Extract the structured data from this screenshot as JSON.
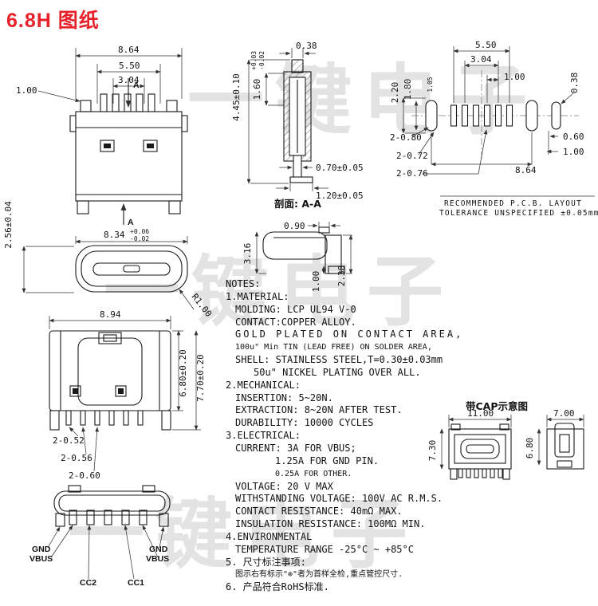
{
  "title": "6.8H 图纸",
  "watermark": "一键电子",
  "dims": {
    "fv_864": "8.64",
    "fv_550": "5.50",
    "fv_304": "3.04",
    "fv_100": "1.00",
    "fv_A_top": "A",
    "fv_A_bottom": "A",
    "ov_256": "2.56±0.04",
    "ov_834": "8.34",
    "ov_tol_plus": "+0.06",
    "ov_tol_minus": "-0.02",
    "ov_r100": "R1.00",
    "sv_038": "0.38",
    "sv_445": "4.45±0.10",
    "sv_160": "1.60",
    "sv_160_plus": "+0.03",
    "sv_160_minus": "-0.02",
    "sv_070": "0.70±0.05",
    "sv_120": "1.20±0.05",
    "sv_section": "剖面: A-A",
    "pv_090": "0.90",
    "pv_316": "3.16",
    "pv_100": "1.00",
    "pv_238": "2.38",
    "tv_894": "8.94",
    "tv_680": "6.80±0.20",
    "tv_770": "7.70±0.20",
    "tv_052": "2-0.52",
    "tv_056": "2-0.56",
    "tv_060": "2-0.60"
  },
  "pcb": {
    "d550": "5.50",
    "d304": "3.04",
    "d100": "1.00",
    "d220": "2.20",
    "d180": "1.80",
    "d105": "1.05",
    "d038": "0.38",
    "d2080": "2-0.80",
    "d060": "0.60",
    "d100b": "1.00",
    "d2072": "2-0.72",
    "d2076": "2-0.76",
    "d864": "8.64",
    "rec_line1": "RECOMMENDED  P.C.B. LAYOUT",
    "rec_line2": "TOLERANCE UNSPECIFIED ±0.05mm"
  },
  "pins": {
    "gnd_left": "GND",
    "vbus_left": "VBUS",
    "gnd_right": "GND",
    "vbus_right": "VBUS",
    "cc2": "CC2",
    "cc1": "CC1"
  },
  "cap": {
    "title": "带CAP示意图",
    "d1100": "11.00",
    "d700": "7.00",
    "d730": "7.30",
    "d680": "6.80"
  },
  "notes": [
    "NOTES:",
    "1.MATERIAL:",
    "MOLDING: LCP UL94 V-0",
    "CONTACT:COPPER ALLOY.",
    "GOLD PLATED ON CONTACT AREA,",
    "100u\" Min TIN (LEAD FREE) ON SOLDER AREA,",
    "SHELL: STAINLESS STEEL,T=0.30±0.03mm",
    "50u\" NICKEL PLATING OVER ALL.",
    "2.MECHANICAL:",
    "INSERTION: 5~20N.",
    "EXTRACTION: 8~20N AFTER TEST.",
    "DURABILITY: 10000 CYCLES",
    "3.ELECTRICAL:",
    "CURRENT: 3A FOR VBUS;",
    "1.25A FOR GND PIN.",
    "0.25A FOR OTHER.",
    "VOLTAGE: 20 V MAX",
    "WITHSTANDING VOLTAGE: 100V AC R.M.S.",
    "CONTACT RESISTANCE: 40mΩ MAX.",
    "INSULATION RESISTANCE: 100MΩ MIN.",
    "4.ENVIRONMENTAL",
    "TEMPERATURE RANGE -25°C ~ +85°C",
    "5. 尺寸标注事项:",
    "图示右有标示\"⊗\"者为首样全检,重点管控尺寸.",
    "6. 产品符合RoHS标准."
  ]
}
